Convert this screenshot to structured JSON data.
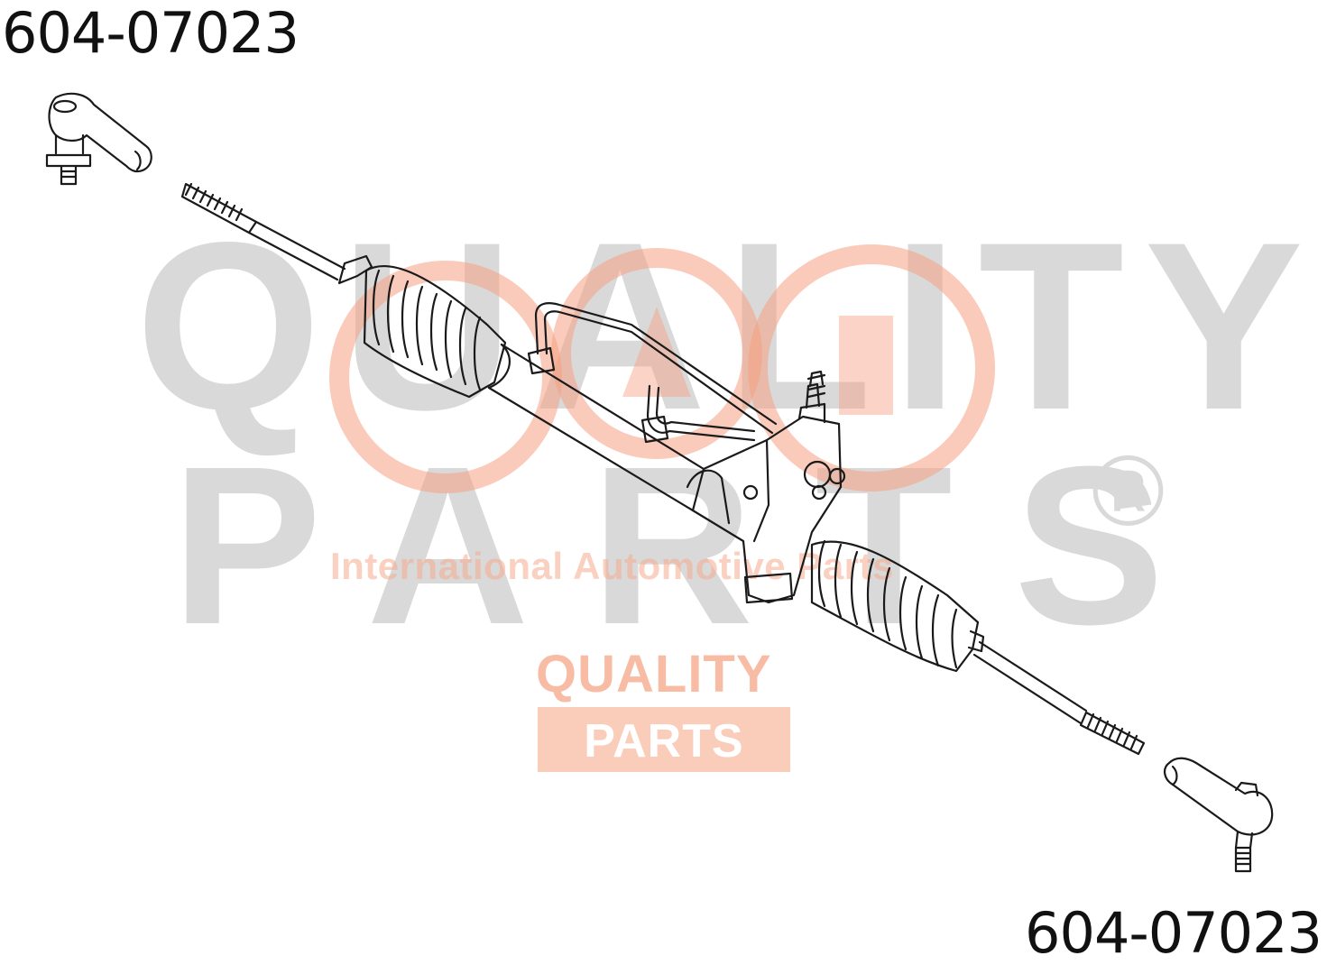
{
  "part_number_top": "604-07023",
  "part_number_bottom": "604-07023",
  "watermark": {
    "word1": "QUALITY",
    "word2": "PARTS",
    "registered": "®",
    "tagline": "International Automotive Parts",
    "logo_line1": "QUALITY",
    "logo_line2": "PARTS"
  },
  "colors": {
    "line": "#1a1a1a",
    "watermark_gray": "#d9d9d9",
    "brand_orange": "#f6a78a"
  }
}
